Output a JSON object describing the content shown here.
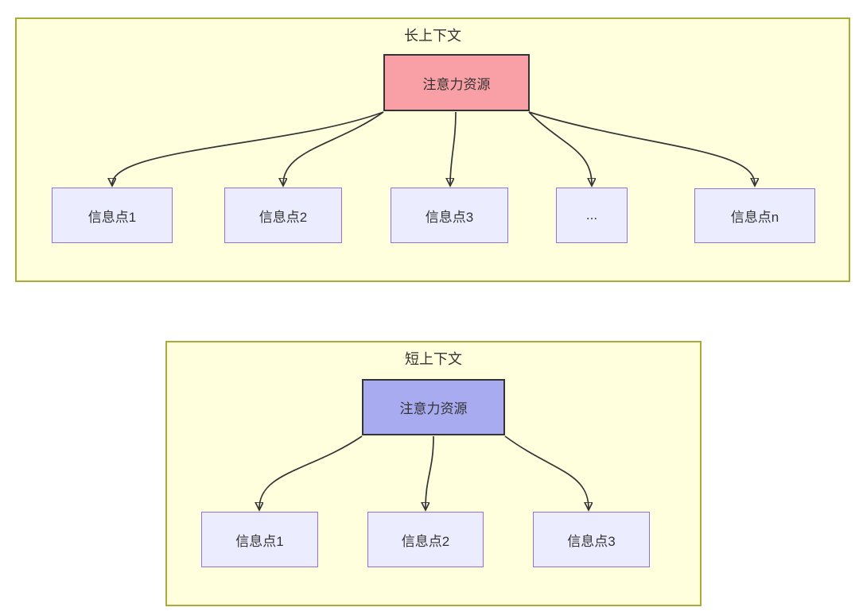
{
  "diagram": {
    "long_context": {
      "title": "长上下文",
      "attention_node": "注意力资源",
      "info_points": [
        "信息点1",
        "信息点2",
        "信息点3",
        "...",
        "信息点n"
      ]
    },
    "short_context": {
      "title": "短上下文",
      "attention_node": "注意力资源",
      "info_points": [
        "信息点1",
        "信息点2",
        "信息点3"
      ]
    }
  },
  "colors": {
    "background": "#ffffff",
    "panel_fill": "#ffffde",
    "panel_border": "#abab38",
    "long_attention_fill": "#f9a0a6",
    "short_attention_fill": "#a9abf0",
    "attention_border": "#333333",
    "info_fill": "#ececff",
    "info_border": "#9370db",
    "arrow": "#333333",
    "text": "#333333"
  }
}
